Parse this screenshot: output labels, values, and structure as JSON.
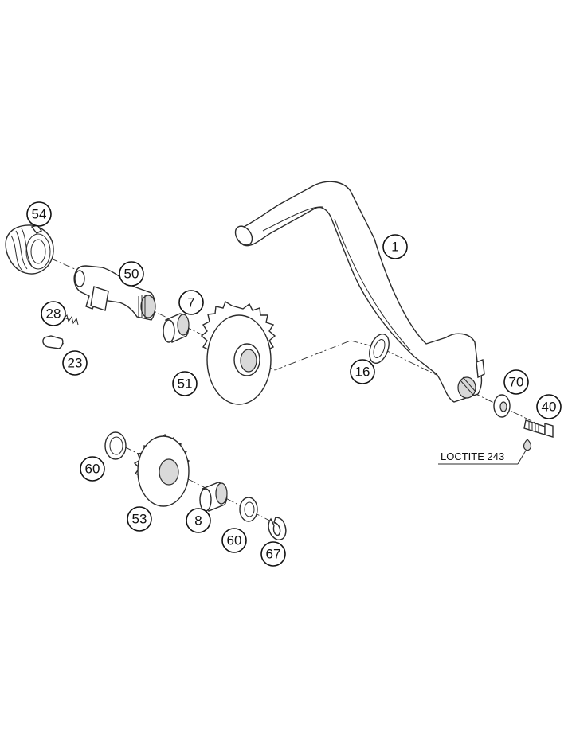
{
  "callouts": {
    "c1": "1",
    "c54": "54",
    "c50": "50",
    "c7": "7",
    "c28": "28",
    "c23": "23",
    "c51": "51",
    "c16": "16",
    "c70": "70",
    "c40": "40",
    "c60a": "60",
    "c53": "53",
    "c8": "8",
    "c60b": "60",
    "c67": "67"
  },
  "note": "LOCTITE 243",
  "colors": {
    "line": "#2b2b2b",
    "shading": "#d9d9d9",
    "background": "#ffffff"
  }
}
